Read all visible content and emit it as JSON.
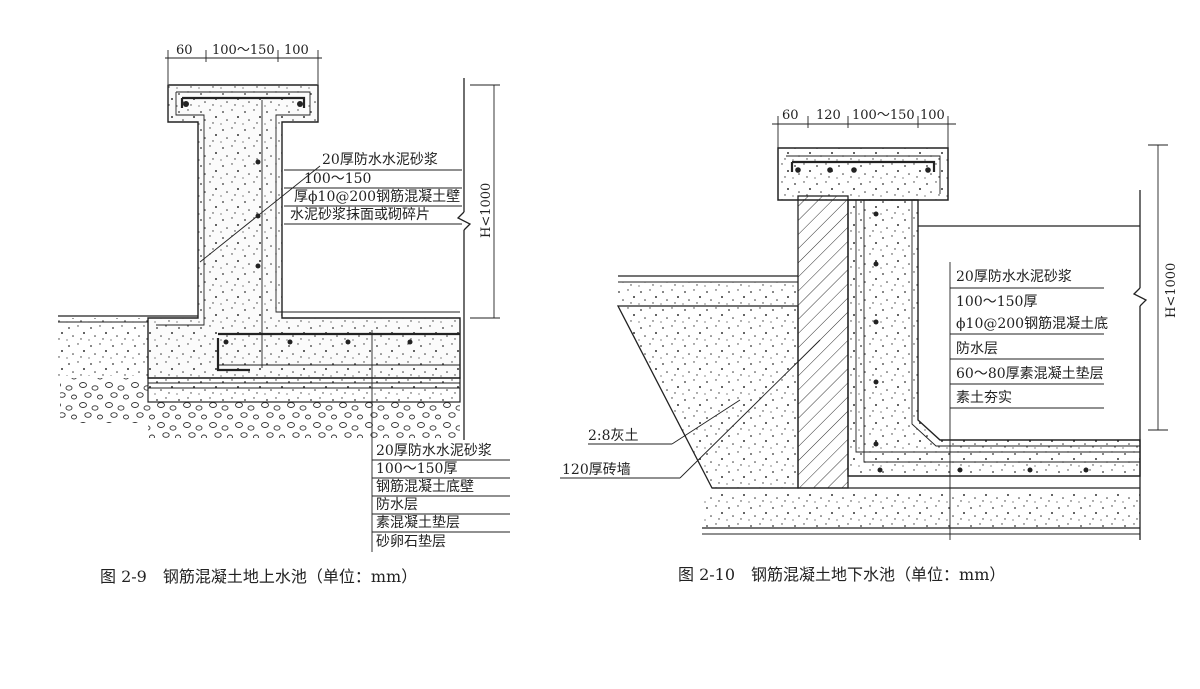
{
  "fig1": {
    "dims": [
      "60",
      "100～150",
      "100"
    ],
    "height_label": "H<1000",
    "wall_labels": [
      "20厚防水水泥砂浆",
      "100～150",
      "厚ϕ10@200钢筋混凝土壁",
      "水泥砂浆抹面或砌碎片"
    ],
    "bottom_labels": [
      "20厚防水水泥砂浆",
      "100～150厚",
      "钢筋混凝土底壁",
      "防水层",
      "素混凝土垫层",
      "砂卵石垫层"
    ],
    "caption": "图 2-9　钢筋混凝土地上水池（单位：mm）"
  },
  "fig2": {
    "dims": [
      "60",
      "120",
      "100～150",
      "100"
    ],
    "height_label": "H<1000",
    "right_labels": [
      "20厚防水水泥砂浆",
      "100～150厚",
      "ϕ10@200钢筋混凝土底",
      "防水层",
      "60～80厚素混凝土垫层",
      "素土夯实"
    ],
    "left_labels": [
      "2:8灰土",
      "120厚砖墙"
    ],
    "caption": "图 2-10　钢筋混凝土地下水池（单位：mm）"
  }
}
